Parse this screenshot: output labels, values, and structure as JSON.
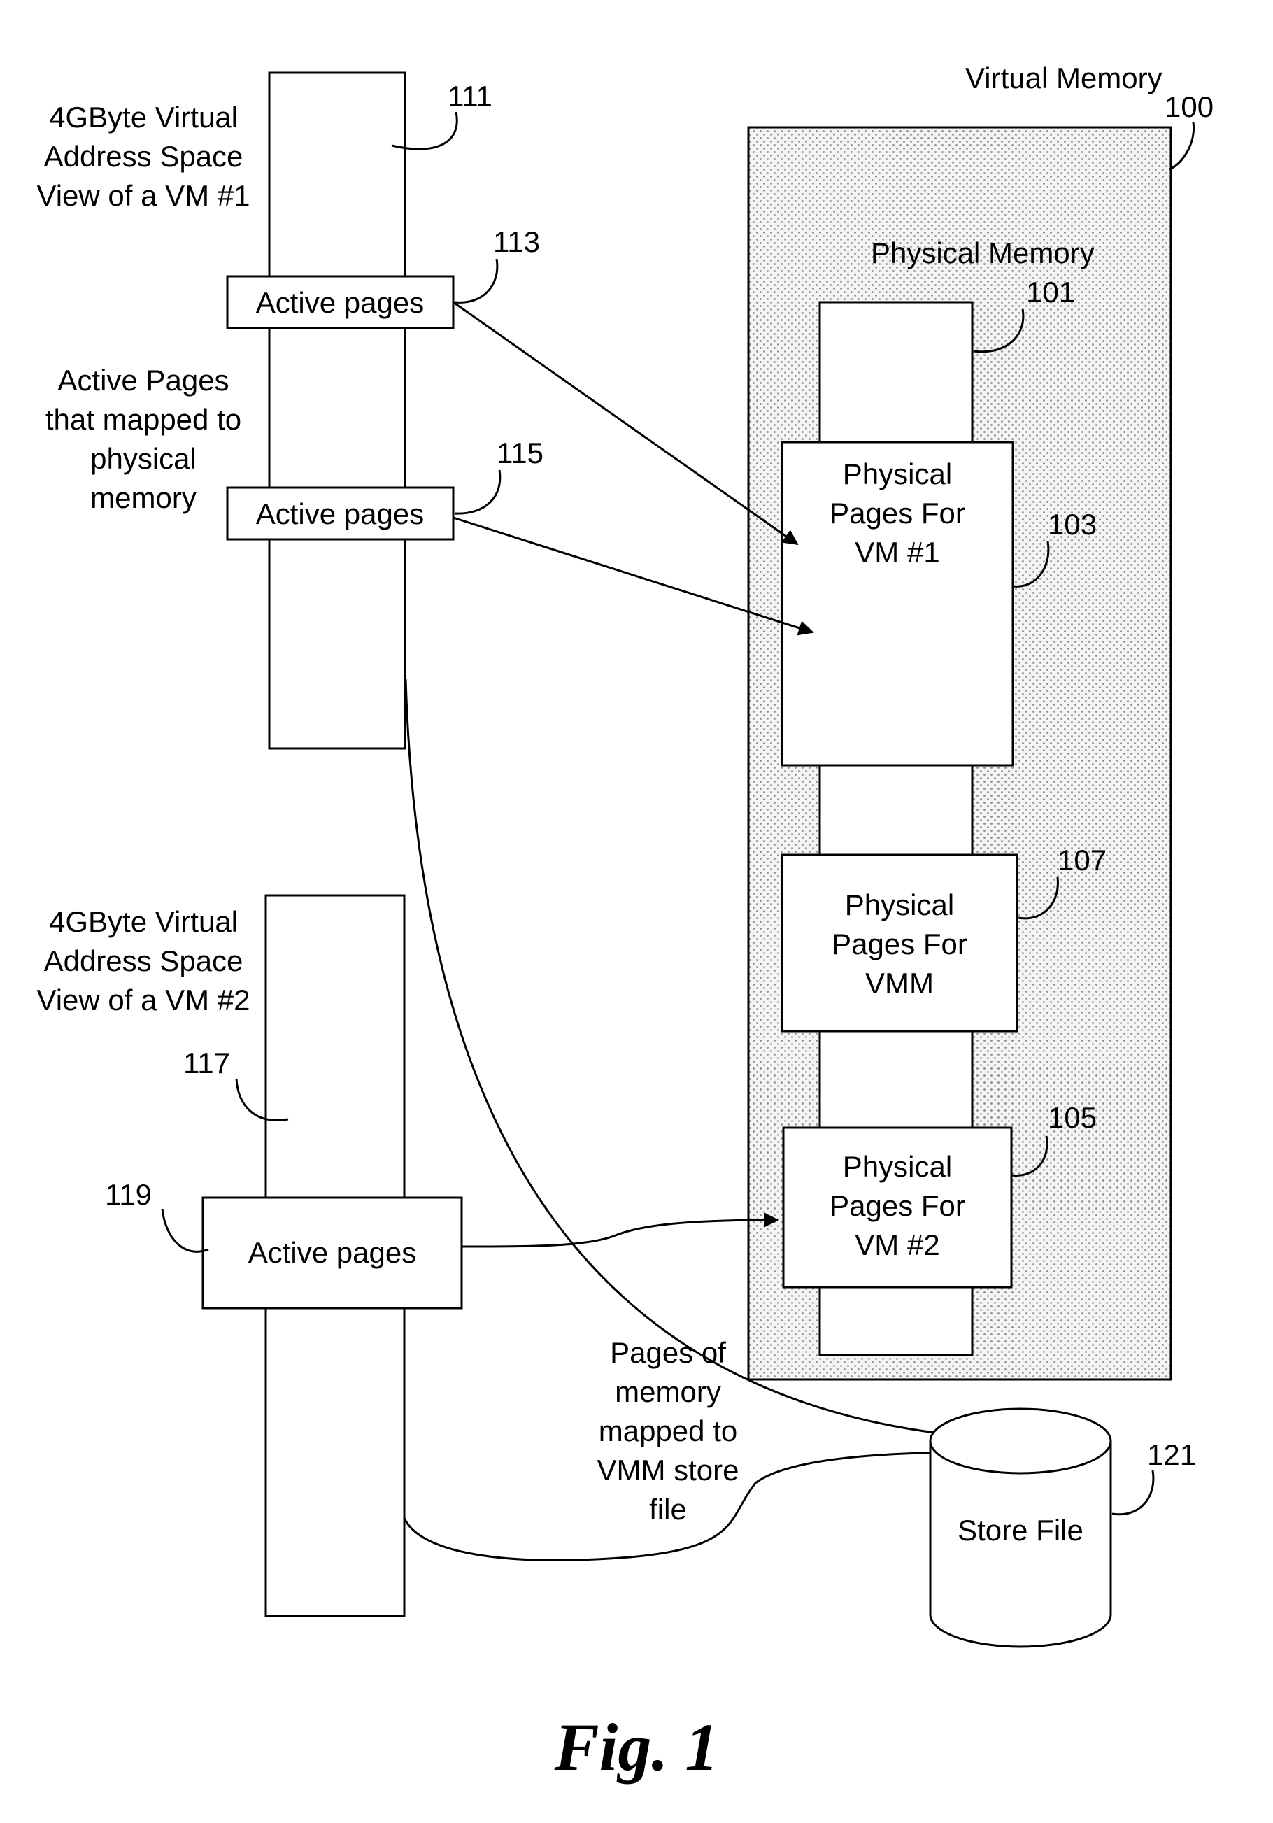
{
  "virtual_memory": {
    "label": "Virtual Memory",
    "ref": "100"
  },
  "physical_memory": {
    "label": "Physical Memory",
    "ref": "101"
  },
  "vm1_space": {
    "label_lines": [
      "4GByte Virtual",
      "Address Space",
      "View of a VM #1"
    ],
    "ref": "111"
  },
  "vm1_active_pages_a": {
    "label": "Active pages",
    "ref": "113"
  },
  "vm1_active_pages_b": {
    "label": "Active pages",
    "ref": "115"
  },
  "mapped_note": {
    "lines": [
      "Active Pages",
      "that mapped to",
      "physical",
      "memory"
    ]
  },
  "phys_vm1": {
    "lines": [
      "Physical",
      "Pages For",
      "VM #1"
    ],
    "ref": "103"
  },
  "phys_vmm": {
    "lines": [
      "Physical",
      "Pages For",
      "VMM"
    ],
    "ref": "107"
  },
  "phys_vm2": {
    "lines": [
      "Physical",
      "Pages For",
      "VM #2"
    ],
    "ref": "105"
  },
  "vm2_space": {
    "label_lines": [
      "4GByte Virtual",
      "Address Space",
      "View of a VM #2"
    ],
    "ref": "117"
  },
  "vm2_active_pages": {
    "label": "Active pages",
    "ref": "119"
  },
  "store_note": {
    "lines": [
      "Pages of",
      "memory",
      "mapped to",
      "VMM store",
      "file"
    ]
  },
  "store_file": {
    "label": "Store File",
    "ref": "121"
  },
  "caption": "Fig. 1",
  "colors": {
    "ink": "#000000",
    "stipple": "#9a9a9a",
    "paper": "#ffffff"
  }
}
